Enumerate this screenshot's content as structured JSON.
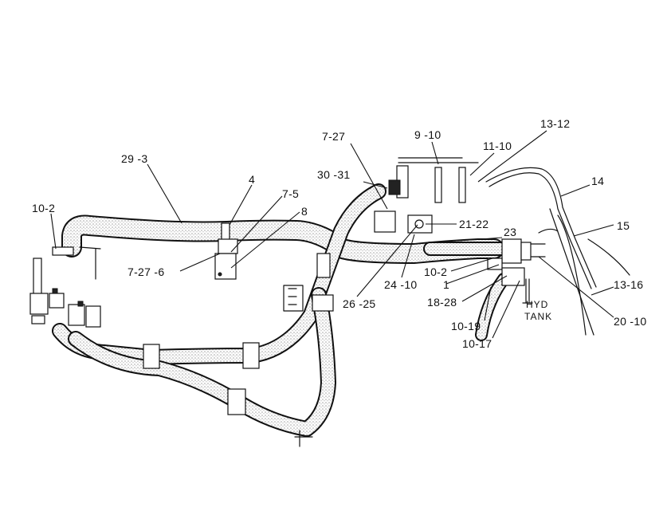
{
  "diagram": {
    "callouts": {
      "c_29_3": "29 -3",
      "c_10_2_left": "10-2",
      "c_4": "4",
      "c_7_5": "7-5",
      "c_8": "8",
      "c_7_27_6": "7-27 -6",
      "c_7_27": "7-27",
      "c_30_31": "30 -31",
      "c_9_10": "9 -10",
      "c_11_10": "11-10",
      "c_13_12": "13-12",
      "c_14": "14",
      "c_21_22": "21-22",
      "c_23": "23",
      "c_15": "15",
      "c_13_16": "13-16",
      "c_26_25": "26 -25",
      "c_24_10": "24 -10",
      "c_10_2_right": "10-2",
      "c_1": "1",
      "c_18_28": "18-28",
      "c_10_19": "10-19",
      "c_10_17": "10-17",
      "c_20_10": "20 -10"
    },
    "tank_label": {
      "line1": "HYD",
      "line2": "TANK"
    }
  }
}
